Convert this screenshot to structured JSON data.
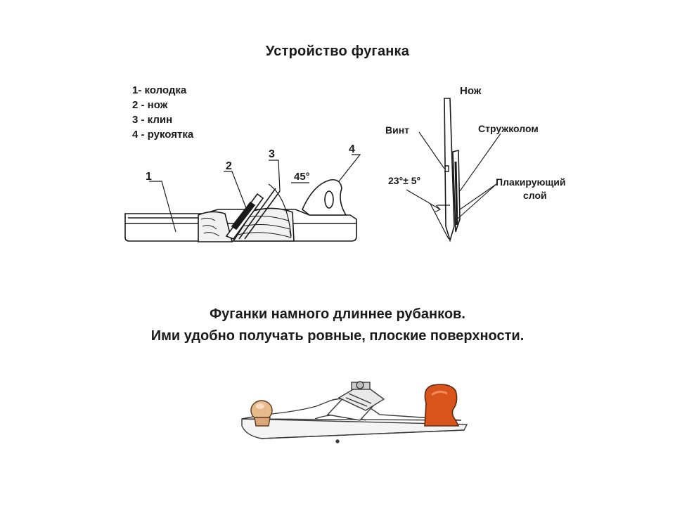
{
  "title": "Устройство фуганка",
  "legend": [
    "1- колодка",
    "2 - нож",
    "3 - клин",
    "4 - рукоятка"
  ],
  "plane_diagram": {
    "callout_1": "1",
    "callout_2": "2",
    "callout_3": "3",
    "callout_4": "4",
    "angle_label": "45°"
  },
  "blade_diagram": {
    "knife_label": "Нож",
    "screw_label": "Винт",
    "chipbreaker_label": "Стружколом",
    "plating_label_line1": "Плакирующий",
    "plating_label_line2": "слой",
    "angle_label": "23°± 5°"
  },
  "caption": {
    "line1": "Фуганки намного длиннее рубанков.",
    "line2": "Ими удобно получать ровные, плоские поверхности."
  },
  "colors": {
    "ink": "#1a1a1a",
    "handle_wood": "#d9531c",
    "knob_wood": "#e8b98a"
  }
}
